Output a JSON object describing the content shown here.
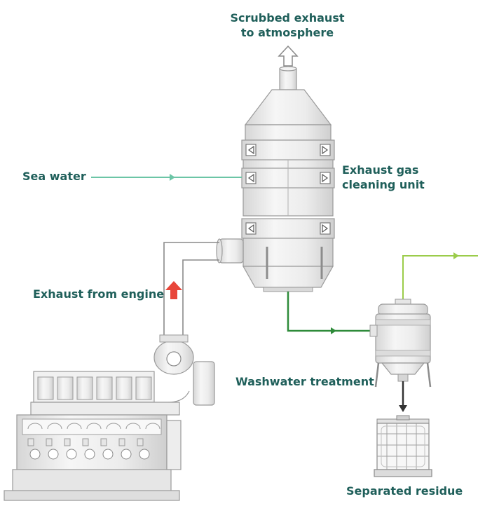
{
  "labels": {
    "scrubbed_exhaust": "Scrubbed exhaust",
    "to_atmosphere": "to atmosphere",
    "sea_water": "Sea water",
    "exhaust_gas": "Exhaust gas",
    "cleaning_unit": "cleaning unit",
    "exhaust_from_engine": "Exhaust from engine",
    "washwater_treatment": "Washwater treatment",
    "separated_residue": "Separated residue"
  },
  "colors": {
    "label_text": "#1f5f5a",
    "sea_water_line": "#6cc5a6",
    "washwater_line": "#2e8b3a",
    "outlet_line": "#9bcc4a",
    "hot_exhaust_arrow": "#e8463a",
    "equipment_fill": "#eeeeee",
    "equipment_stroke": "#9a9a9a"
  }
}
